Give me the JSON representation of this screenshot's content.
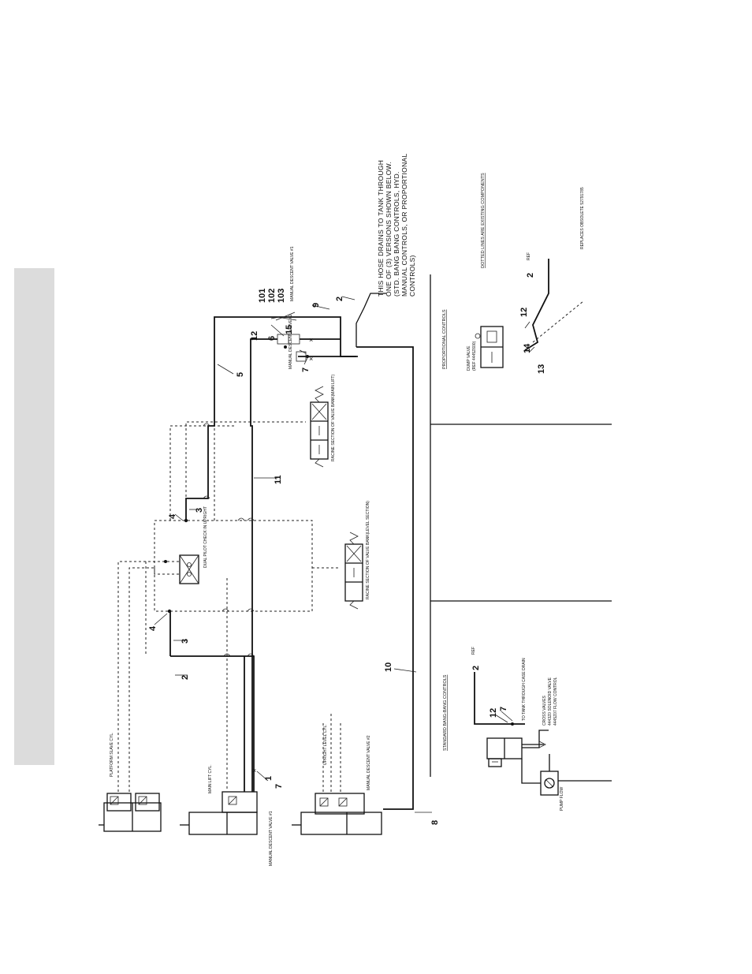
{
  "labels": {
    "platform_slave_cyl": "PLATFORM SLAVE CYL.",
    "main_lift_cyl": "MAIN LIFT CYL.",
    "upright_level_cyl": "UPRIGHT LEVEL CYL.",
    "manual_descent_valve_1": "MANUAL DESCENT VALVE #1",
    "manual_descent_valve_2_left": "MANUAL DESCENT VALVE #2",
    "manual_descent_valve_2_top": "MANUAL DESCENT VALVE #2",
    "manual_descent_valve_1_top": "MANUAL DESCENT VALVE #1",
    "dual_pilot_check": "DUAL PILOT CHECK IN UPRIGHT",
    "racine_main_lift": "RACINE SECTION OF VALVE BANK(MAIN LIFT)",
    "racine_upright_level": "RACINE SECTION OF VALVE BANK(LEVEL SECTION)",
    "standard_bang_bang": "STANDARD BANG-BANG CONTROLS",
    "proportional_controls": "PROPORTIONAL CONTROLS",
    "dump_valve": "DUMP VALVE",
    "dump_valve_ref": "(REF 4445Z600)",
    "to_tank": "TO TANK THROUGH CASE DRAIN",
    "cross_valves": "CROSS VALVES",
    "solenoid_valve": "4443Z0 SOLENOID VALVE",
    "flow_control": "4445Z07 FLOW CONTROL",
    "pump_flow": "PUMP FLOW",
    "ref_small": "REF",
    "hose_note": [
      "THIS HOSE DRAINS TO TANK THROUGH",
      "ONE OF (3) VERSIONS SHOWN BELOW.",
      "(STD. BANG BANG CONTROLS, HYD.",
      "MANUAL CONTROLS, OR PROPORTIONAL",
      "CONTROLS)"
    ],
    "dotted_note": "DOTTED LINES ARE EXISTING COMPONENTS",
    "replaces": "REPLACES OBSOLETE 52791785"
  },
  "callouts": {
    "n1": "1",
    "n2a": "2",
    "n2b": "2",
    "n2c": "2",
    "n2d": "2",
    "n3a": "3",
    "n3b": "3",
    "n4a": "4",
    "n4b": "4",
    "n5": "5",
    "n6": "6",
    "n7a": "7",
    "n7b": "7",
    "n7c": "7",
    "n8": "8",
    "n9": "9",
    "n10": "10",
    "n11": "11",
    "n12a": "12",
    "n12b": "12",
    "n12c": "12",
    "n13": "13",
    "n14": "14",
    "n15": "15",
    "n101": "101",
    "n102": "102",
    "n103": "103"
  }
}
